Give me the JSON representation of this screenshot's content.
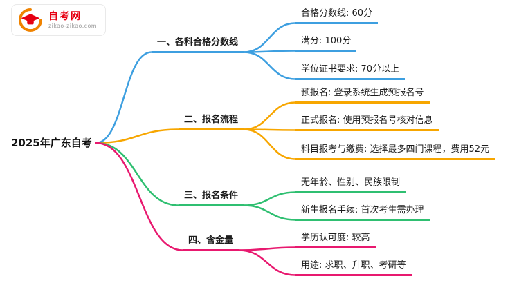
{
  "logo": {
    "title": "自考网",
    "subtitle": "zikao-zikao.com",
    "icon": "graduation-cap-icon"
  },
  "palette": {
    "blue": "#3d9fe0",
    "orange": "#f7a600",
    "green": "#2fbf71",
    "pink": "#e8196f",
    "logo_red": "#e60012",
    "logo_orange": "#f08300"
  },
  "root": {
    "label": "2025年广东自考"
  },
  "branches": [
    {
      "label": "一、各科合格分数线",
      "color": "blue",
      "children": [
        {
          "label": "合格分数线: 60分"
        },
        {
          "label": "满分: 100分"
        },
        {
          "label": "学位证书要求: 70分以上"
        }
      ]
    },
    {
      "label": "二、报名流程",
      "color": "orange",
      "children": [
        {
          "label": "预报名: 登录系统生成预报名号"
        },
        {
          "label": "正式报名: 使用预报名号核对信息"
        },
        {
          "label": "科目报考与缴费: 选择最多四门课程，费用52元"
        }
      ]
    },
    {
      "label": "三、报名条件",
      "color": "green",
      "children": [
        {
          "label": "无年龄、性别、民族限制"
        },
        {
          "label": "新生报名手续: 首次考生需办理"
        }
      ]
    },
    {
      "label": "四、含金量",
      "color": "pink",
      "children": [
        {
          "label": "学历认可度: 较高"
        },
        {
          "label": "用途: 求职、升职、考研等"
        }
      ]
    }
  ]
}
